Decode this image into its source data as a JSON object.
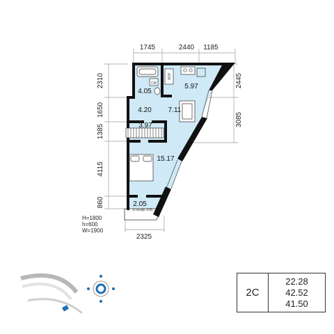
{
  "dimensions": {
    "top": [
      "1745",
      "2440",
      "1185"
    ],
    "left": [
      "2310",
      "1650",
      "1385",
      "4115",
      "860"
    ],
    "right": [
      "2445",
      "3085"
    ],
    "bottom": "2325"
  },
  "rooms": {
    "bathroom": "4.05",
    "kitchen": "5.97",
    "hall": "4.20",
    "living": "7.11",
    "wardrobe": "3.97",
    "bedroom": "15.17",
    "balcony": "2.05",
    "balcony_note": "(с коэф. 0,5)"
  },
  "fixture_labels": {
    "washer": "СМ",
    "fridge": "ХОЛ"
  },
  "window_params": {
    "H": "H=1800",
    "h": "h=600",
    "W": "W=1900"
  },
  "apartment": {
    "type": "2С",
    "areas": [
      "22.28",
      "42.52",
      "41.50"
    ]
  },
  "colors": {
    "room_fill": "#cfe9f6",
    "wall": "#111111",
    "accent": "#1f6fb5"
  }
}
